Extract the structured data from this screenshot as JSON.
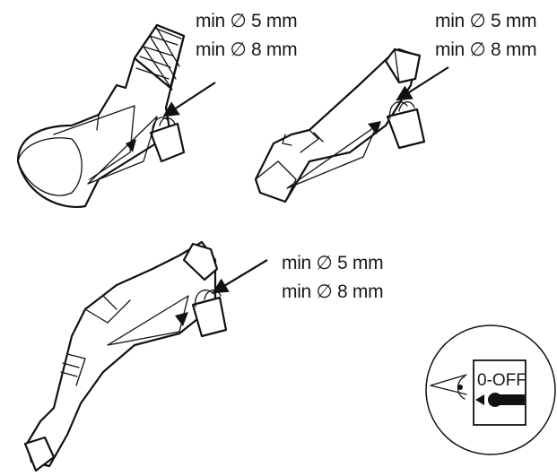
{
  "callouts": [
    {
      "min_5": "min ∅ 5 mm",
      "min_8": "min ∅ 8 mm"
    },
    {
      "min_5": "min ∅ 5 mm",
      "min_8": "min ∅ 8 mm"
    },
    {
      "min_5": "min ∅ 5 mm",
      "min_8": "min ∅ 8 mm"
    }
  ],
  "switch_label": "0-OFF"
}
